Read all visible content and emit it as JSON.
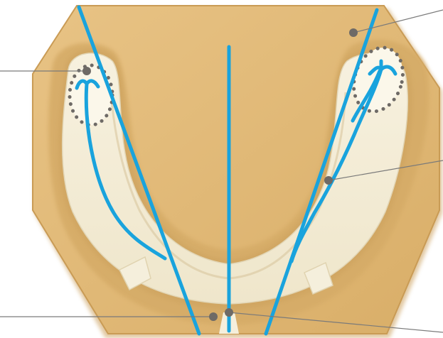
{
  "diagram": {
    "type": "mandibular-cast-diagram",
    "labels": [],
    "colors": {
      "background": "#ffffff",
      "base": "#e3bb78",
      "base_edge": "#c99b55",
      "base_shadow": "#b88a45",
      "depression": "#d9b06c",
      "ridge": "#f3ecd6",
      "ridge_highlight": "#fbf7ea",
      "frenum": "#e8dfc7",
      "line": "#19a3dd",
      "marker": "#6e6a66",
      "leader": "#7a7a7a",
      "dotted_outline": "#6e6a66"
    },
    "icons": [
      "hexagonal-cast-base",
      "u-shaped-alveolar-ridge",
      "retromolar-pad-left",
      "retromolar-pad-right",
      "midline-line",
      "left-tangent-line",
      "right-tangent-line",
      "left-ridge-crest-line",
      "right-ridge-crest-line",
      "callout-marker"
    ]
  }
}
